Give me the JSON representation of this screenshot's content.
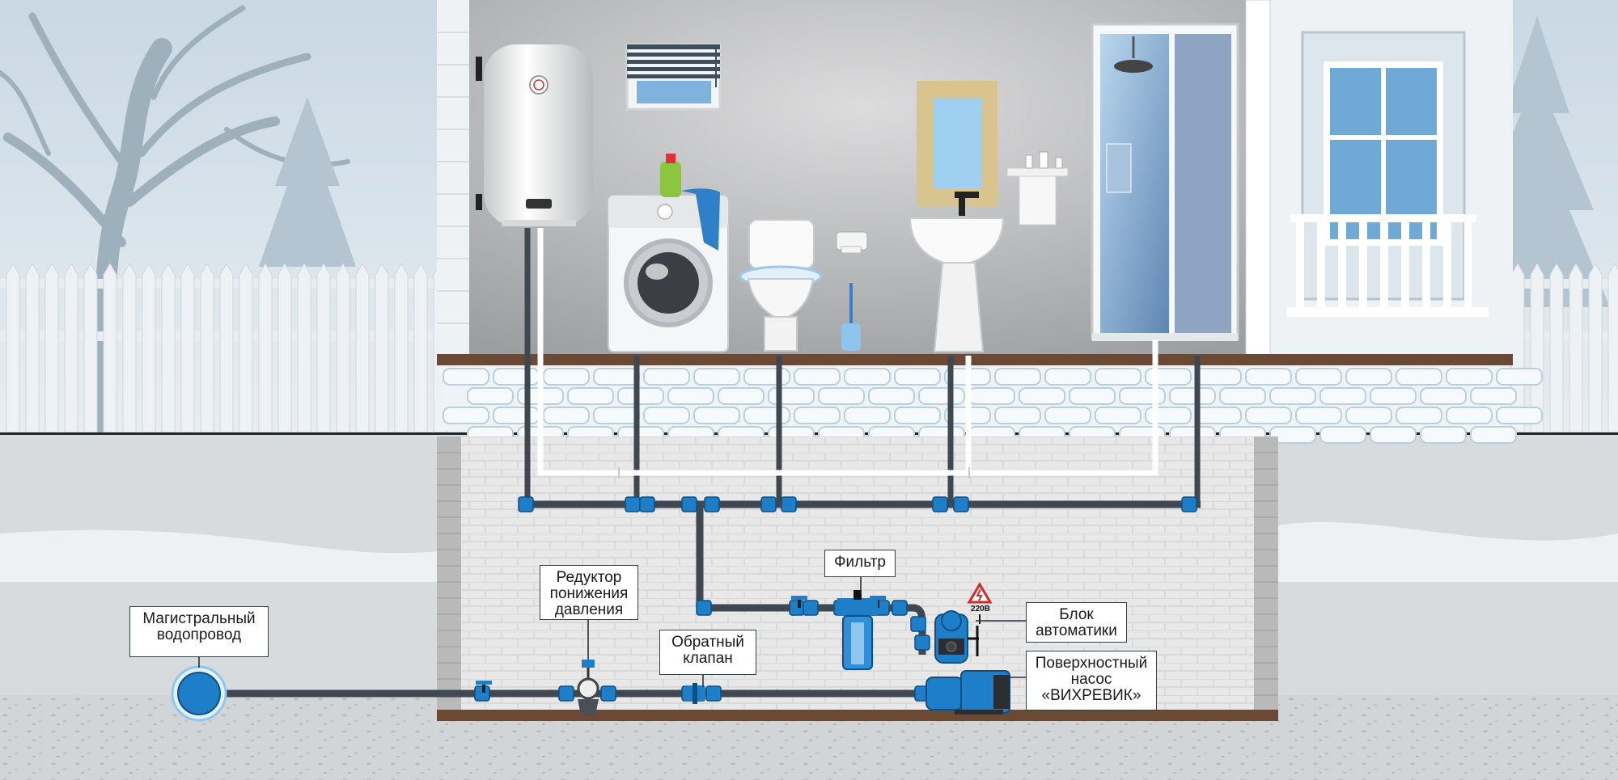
{
  "labels": {
    "main_pipe": [
      "Магистральный",
      "водопровод"
    ],
    "reducer": [
      "Редуктор",
      "понижения",
      "давления"
    ],
    "check_valve": [
      "Обратный",
      "клапан"
    ],
    "filter": [
      "Фильтр"
    ],
    "automation": [
      "Блок",
      "автоматики"
    ],
    "pump": [
      "Поверхностный",
      "насос",
      "«ВИХРЕВИК»"
    ],
    "voltage": "220В"
  },
  "colors": {
    "pipe": "#3f4850",
    "fitting": "#1e7fc8",
    "wall_grey": "#a9a9ab",
    "basement": "#e6e6e6",
    "floor_brown": "#6b4a35",
    "ground": "#cfd2d4",
    "sky": "#d7e3ec"
  },
  "icons": [
    "water-heater-icon",
    "washing-machine-icon",
    "toilet-icon",
    "sink-icon",
    "shower-cabin-icon",
    "window-icon",
    "mirror-icon",
    "filter-icon",
    "pump-icon",
    "pressure-reducer-icon",
    "check-valve-icon",
    "warning-voltage-icon",
    "tree-icon",
    "fence-icon"
  ]
}
